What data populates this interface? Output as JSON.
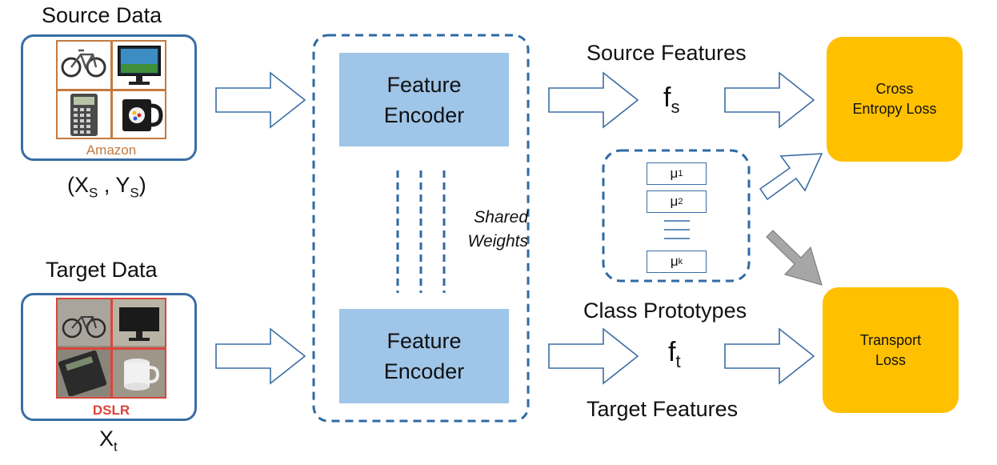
{
  "source": {
    "title": "Source Data",
    "dataset_caption": "Amazon",
    "images": [
      "bicycle",
      "monitor",
      "calculator",
      "mug"
    ],
    "notation_main": "(X",
    "notation_sub1": "S",
    "notation_mid": " , Y",
    "notation_sub2": "S",
    "notation_end": ")"
  },
  "target": {
    "title": "Target Data",
    "dataset_caption": "DSLR",
    "images": [
      "bicycle",
      "monitor",
      "calculator",
      "mug"
    ],
    "notation_main": "X",
    "notation_sub": "t"
  },
  "encoder": {
    "top_label": "Feature\nEncoder",
    "bottom_label": "Feature\nEncoder",
    "shared_label": "Shared\nWeights"
  },
  "features": {
    "source_title": "Source Features",
    "source_symbol": "f",
    "source_sub": "s",
    "target_title": "Target Features",
    "target_symbol": "f",
    "target_sub": "t",
    "prototypes_title": "Class Prototypes"
  },
  "prototypes": [
    {
      "symbol": "μ",
      "sub": "1"
    },
    {
      "symbol": "μ",
      "sub": "2"
    },
    {
      "symbol": "μ",
      "sub": "k"
    }
  ],
  "losses": {
    "cross_entropy": "Cross\nEntropy Loss",
    "transport": "Transport\nLoss"
  },
  "colors": {
    "encoder_fill": "#9fc5e8",
    "loss_fill": "#ffc000",
    "dashed_border": "#2e6aa3",
    "amazon": "#c47a3f",
    "dslr": "#d9463b",
    "gray_arrow": "#a6a6a6"
  }
}
